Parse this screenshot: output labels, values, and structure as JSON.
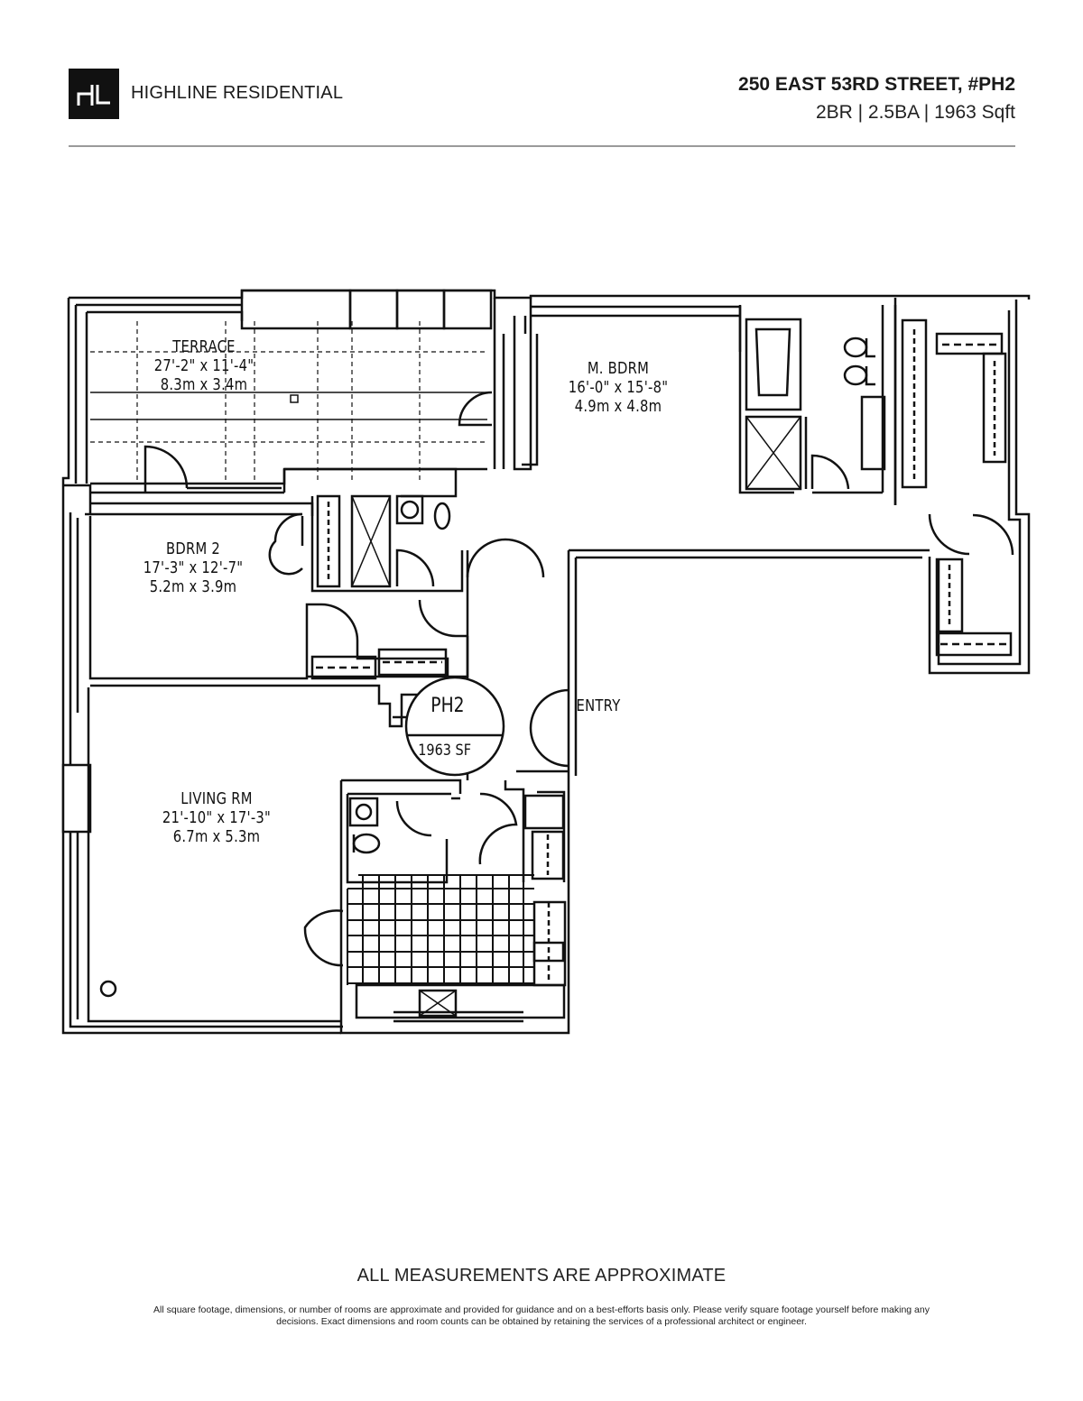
{
  "brand": {
    "logo_letters": "HL",
    "name": "HIGHLINE RESIDENTIAL",
    "logo_bg": "#111111",
    "logo_fg": "#ffffff"
  },
  "listing": {
    "address": "250 EAST 53RD STREET, #PH2",
    "specs": "2BR | 2.5BA | 1963 Sqft",
    "divider_color": "#9a9a9a"
  },
  "floorplan": {
    "unit_badge": {
      "unit": "PH2",
      "area": "1963 SF"
    },
    "rooms": [
      {
        "name": "TERRACE",
        "imperial": "27'-2\" x 11'-4\"",
        "metric": "8.3m x 3.4m"
      },
      {
        "name": "M. BDRM",
        "imperial": "16'-0\" x 15'-8\"",
        "metric": "4.9m x 4.8m"
      },
      {
        "name": "BDRM 2",
        "imperial": "17'-3\" x 12'-7\"",
        "metric": "5.2m x 3.9m"
      },
      {
        "name": "LIVING RM",
        "imperial": "21'-10\" x 17'-3\"",
        "metric": "6.7m x 5.3m"
      }
    ],
    "entry_label": "ENTRY",
    "icons": [
      "door-swing-icon",
      "bathtub-icon",
      "toilet-icon",
      "sink-icon",
      "shower-icon",
      "stove-icon",
      "closet-rod-icon"
    ]
  },
  "footer": {
    "title": "ALL MEASUREMENTS ARE APPROXIMATE",
    "disclaimer_line1": "All square footage, dimensions, or number of rooms are approximate and provided for guidance and on a best-efforts basis only. Please verify square footage yourself before making any",
    "disclaimer_line2": "decisions. Exact dimensions and room counts can be obtained by retaining the services of a professional architect or engineer."
  }
}
